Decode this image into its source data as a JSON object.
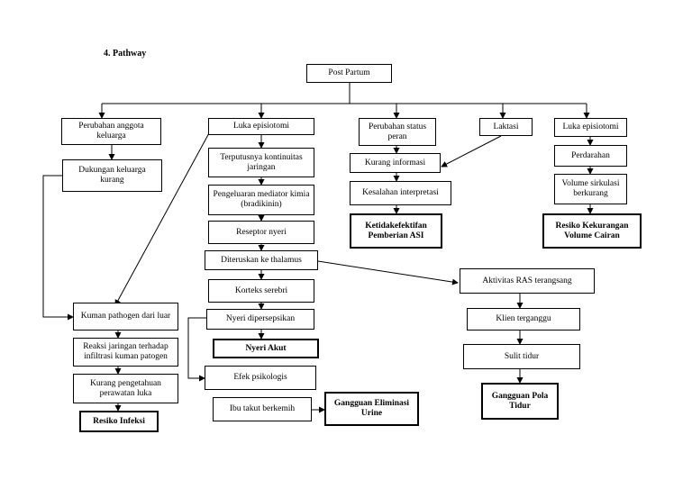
{
  "heading": "4.   Pathway",
  "nodes": {
    "root": "Post Partum",
    "c1a": "Perubahan anggota keluarga",
    "c1b": "Dukungan keluarga kurang",
    "c2a": "Luka episiotomi",
    "c2b": "Terputusnya kontinuitas jaringan",
    "c2c": "Pengeluaran mediator kimia (bradikinin)",
    "c2d": "Reseptor nyeri",
    "c2e": "Diteruskan ke thalamus",
    "c2f": "Korteks serebri",
    "c2g": "Nyeri dipersepsikan",
    "c2h": "Nyeri Akut",
    "c2i": "Efek psikologis",
    "c2j": "Ibu takut berkemih",
    "c2k": "Gangguan Eliminasi Urine",
    "c3a": "Perubahan status peran",
    "c3b": "Kurang informasi",
    "c3c": "Kesalahan interpretasi",
    "c3d": "Ketidakefektifan Pemberian ASI",
    "c4a": "Laktasi",
    "c5a": "Luka episiotomi",
    "c5b": "Perdarahan",
    "c5c": "Volume sirkulasi berkurang",
    "c5d": "Resiko Kekurangan Volume Cairan",
    "c6a": "Aktivitas RAS terangsang",
    "c6b": "Klien terganggu",
    "c6c": "Sulit tidur",
    "c6d": "Gangguan Pola Tidur",
    "c7a": "Kuman pathogen dari luar",
    "c7b": "Reaksi jaringan terhadap infiltrasi kuman patogen",
    "c7c": "Kurang pengetahuan perawatan luka",
    "c7d": "Resiko Infeksi"
  }
}
